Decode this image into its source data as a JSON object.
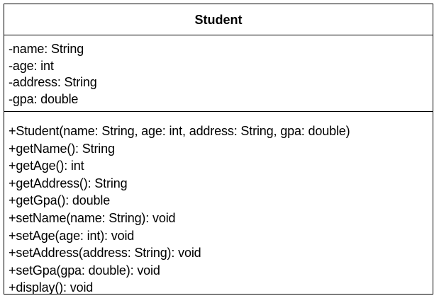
{
  "uml_class": {
    "name": "Student",
    "attributes": [
      "-name: String",
      "-age: int",
      "-address: String",
      "-gpa: double"
    ],
    "methods": [
      "+Student(name: String, age: int, address: String, gpa: double)",
      "+getName(): String",
      "+getAge(): int",
      "+getAddress(): String",
      "+getGpa(): double",
      "+setName(name: String): void",
      "+setAge(age: int): void",
      "+setAddress(address: String): void",
      "+setGpa(gpa: double): void",
      "+display(): void"
    ]
  },
  "colors": {
    "border": "#000000",
    "background": "#ffffff",
    "text": "#000000"
  }
}
